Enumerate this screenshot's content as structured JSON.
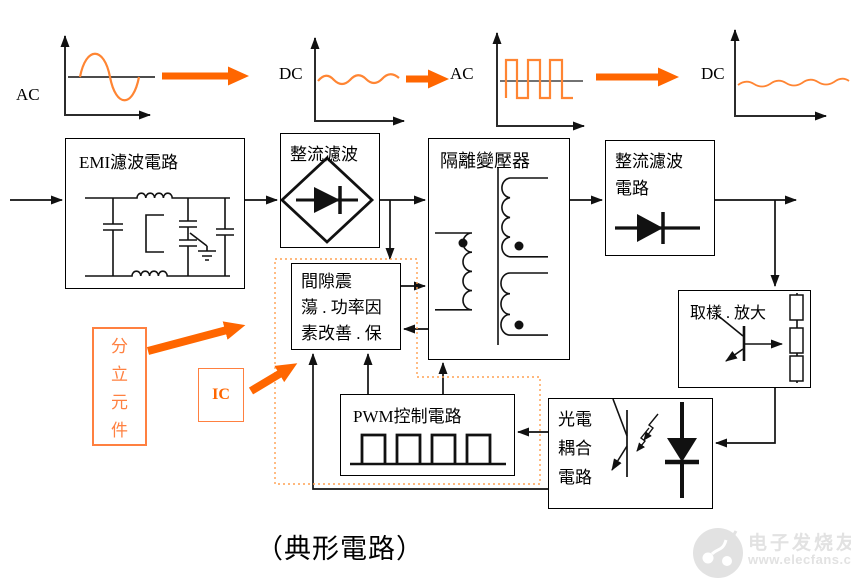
{
  "colors": {
    "accent_orange": "#ff6600",
    "wave_orange": "#ff8533",
    "box_orange": "#ff8040",
    "dotted_orange": "#ffa050",
    "watermark_gray": "#e2e2e2"
  },
  "waveform_row": {
    "graphs": [
      {
        "label": "AC",
        "type": "sine-wave"
      },
      {
        "label": "DC",
        "type": "ripple-wave"
      },
      {
        "label": "AC",
        "type": "square-wave"
      },
      {
        "label": "DC",
        "type": "flat-ripple-wave"
      }
    ]
  },
  "blocks": {
    "emi": {
      "title": "EMI濾波電路"
    },
    "rectifier1": {
      "title": "整流濾波"
    },
    "transformer": {
      "title": "隔離變壓器"
    },
    "rectifier2": {
      "line1": "整流濾波",
      "line2": "電路"
    },
    "sampling": {
      "title": "取樣 . 放大"
    },
    "oscillator": {
      "line1": "間隙震",
      "line2": "蕩 . 功率因",
      "line3": "素改善 . 保"
    },
    "pwm": {
      "title": "PWM控制電路"
    },
    "opto": {
      "line1": "光電",
      "line2": "耦合",
      "line3": "電路"
    },
    "discrete": {
      "chars": [
        "分",
        "立",
        "元",
        "件"
      ]
    },
    "ic": {
      "label": "IC"
    }
  },
  "caption": "（典形電路）",
  "watermark": {
    "brand": "电子发烧友",
    "site": "www.elecfans.com"
  },
  "icons": {
    "wave1": "sine-wave-icon",
    "wave2": "ripple-wave-icon",
    "wave3": "square-wave-icon",
    "wave4": "dc-ripple-icon",
    "flow": "orange-right-arrow-icon"
  }
}
